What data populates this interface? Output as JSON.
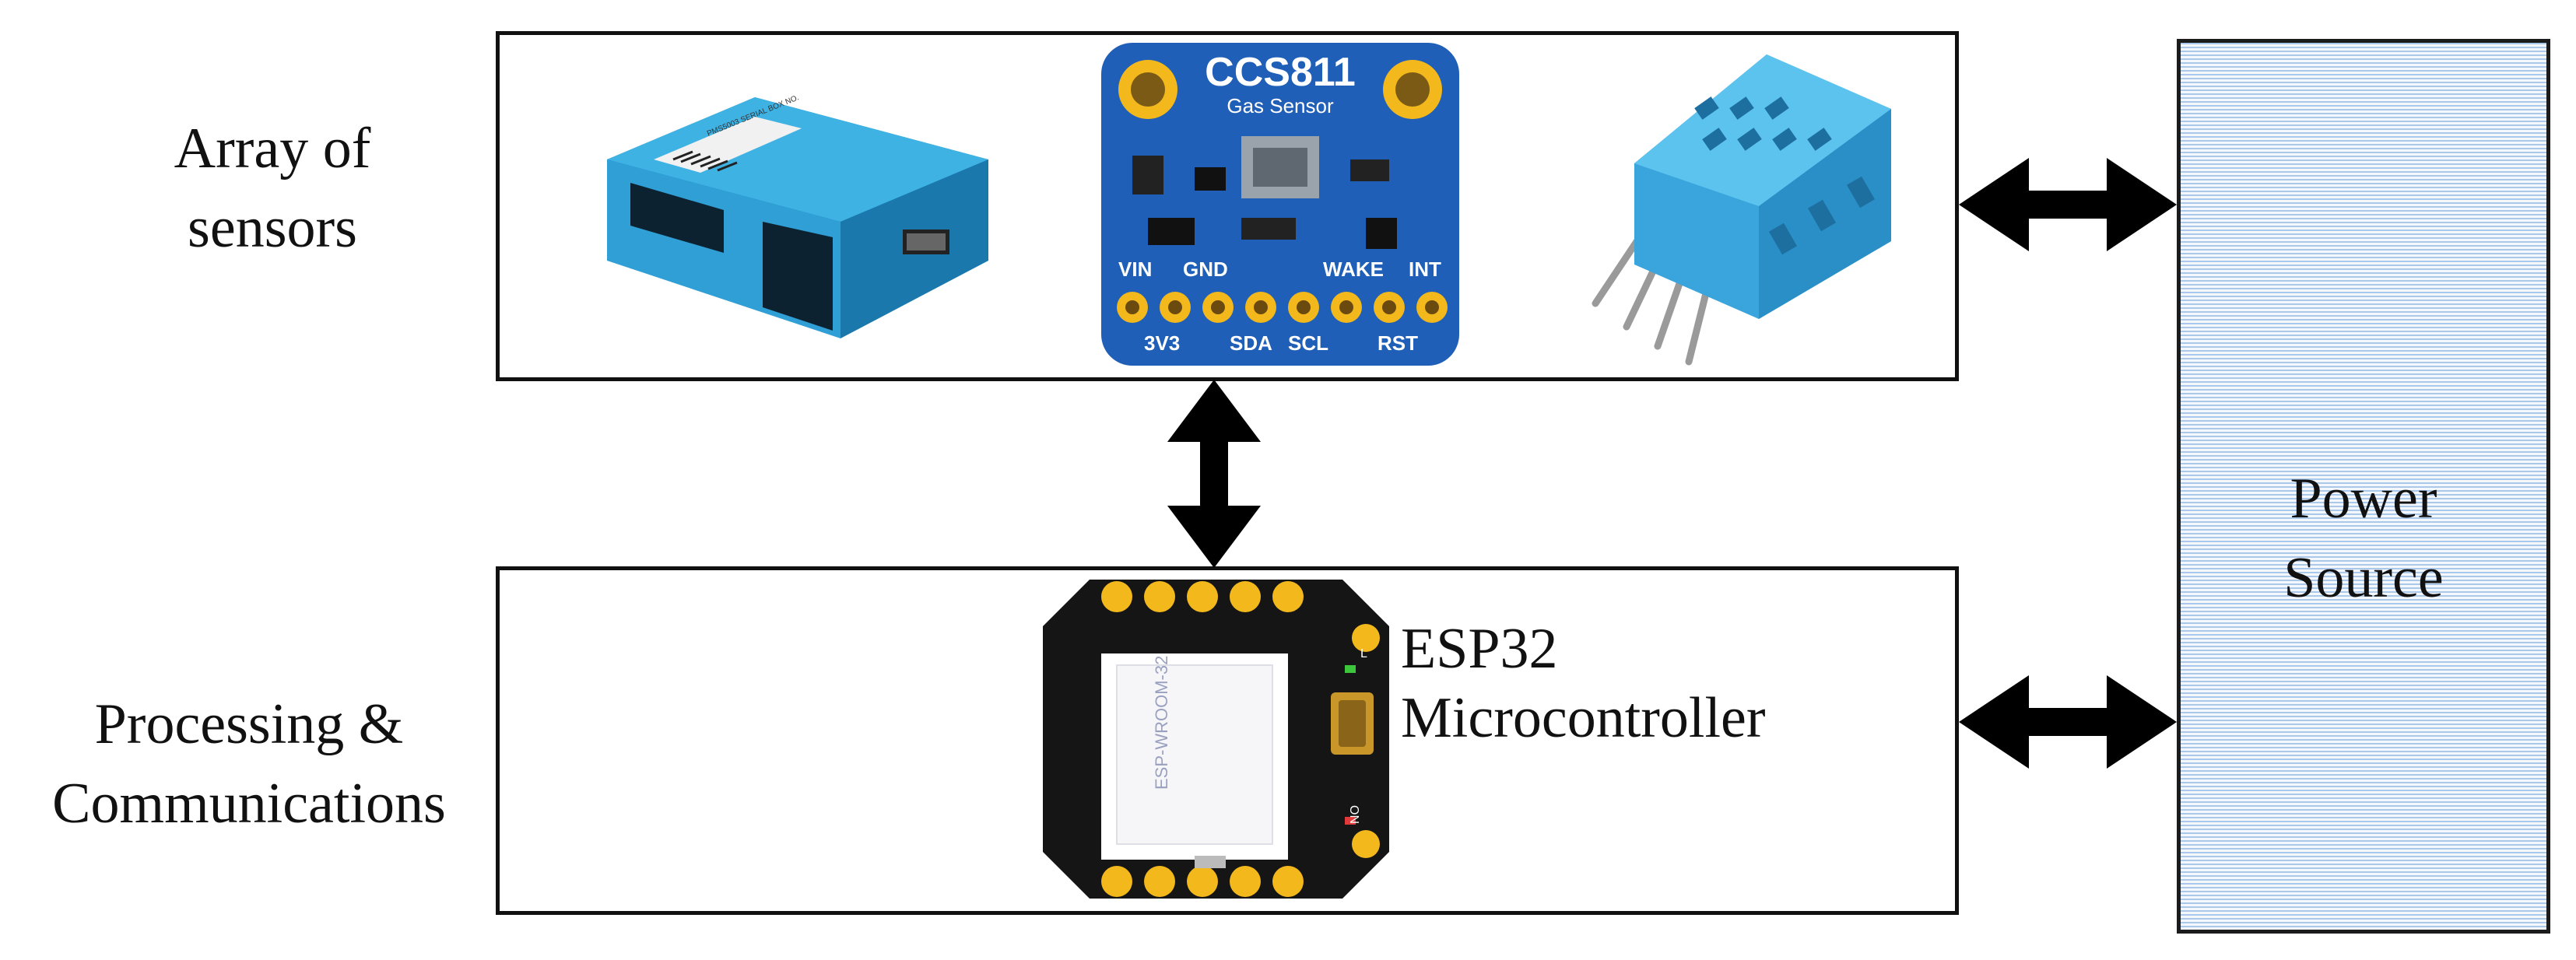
{
  "labels": {
    "sensors_line1": "Array of",
    "sensors_line2": "sensors",
    "processing_line1": "Processing &",
    "processing_line2": "Communications",
    "power_line1": "Power",
    "power_line2": "Source",
    "esp_line1": "ESP32",
    "esp_line2": "Microcontroller"
  },
  "sensors": {
    "dust_sensor": {
      "sticker_text": "PMS5003 SERIAL BOX NO."
    },
    "ccs811": {
      "title": "CCS811",
      "subtitle": "Gas Sensor",
      "pins_top": [
        "VIN",
        "GND",
        "WAKE",
        "INT"
      ],
      "pins_bottom": [
        "3V3",
        "SDA",
        "SCL",
        "RST"
      ]
    },
    "dht": {}
  },
  "mcu": {
    "module_text": "ESP-WROOM-32",
    "led_labels": [
      "L",
      "ON"
    ]
  },
  "colors": {
    "border": "#111111",
    "power_stripe": "#a9c8ea",
    "sensor_blue": "#2fa3d6",
    "pcb_blue": "#1f5fb8",
    "dht_blue": "#4ab4e4",
    "gold": "#f2b81c",
    "pcb_black": "#151515"
  },
  "icons": [
    "double-arrow-icon",
    "double-arrow-icon",
    "double-arrow-icon"
  ]
}
